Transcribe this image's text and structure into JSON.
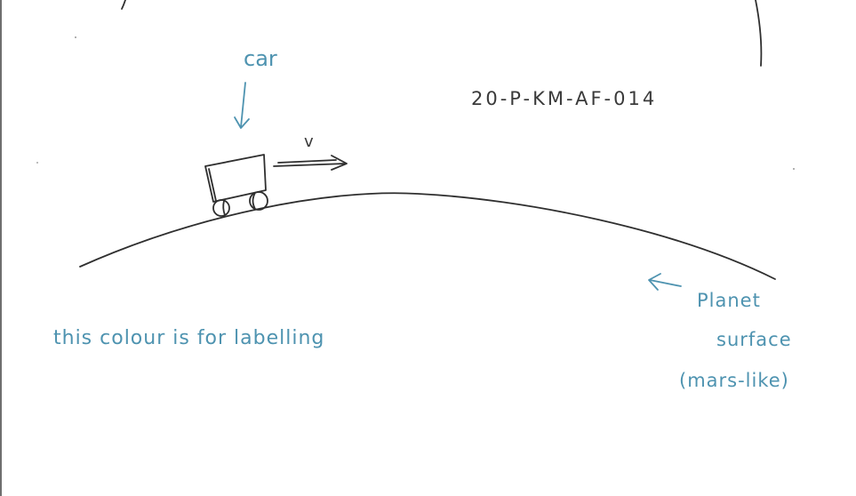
{
  "labels": {
    "car": "car",
    "sketch_id": "20-P-KM-AF-014",
    "velocity": "v",
    "planet_line1": "Planet",
    "planet_line2": "surface",
    "planet_line3": "(mars-like)",
    "colour_note": "this colour is for labelling"
  },
  "colors": {
    "label_ink": "#4e93b0",
    "drawing_ink": "#2f2f2f",
    "paper": "#ffffff"
  }
}
